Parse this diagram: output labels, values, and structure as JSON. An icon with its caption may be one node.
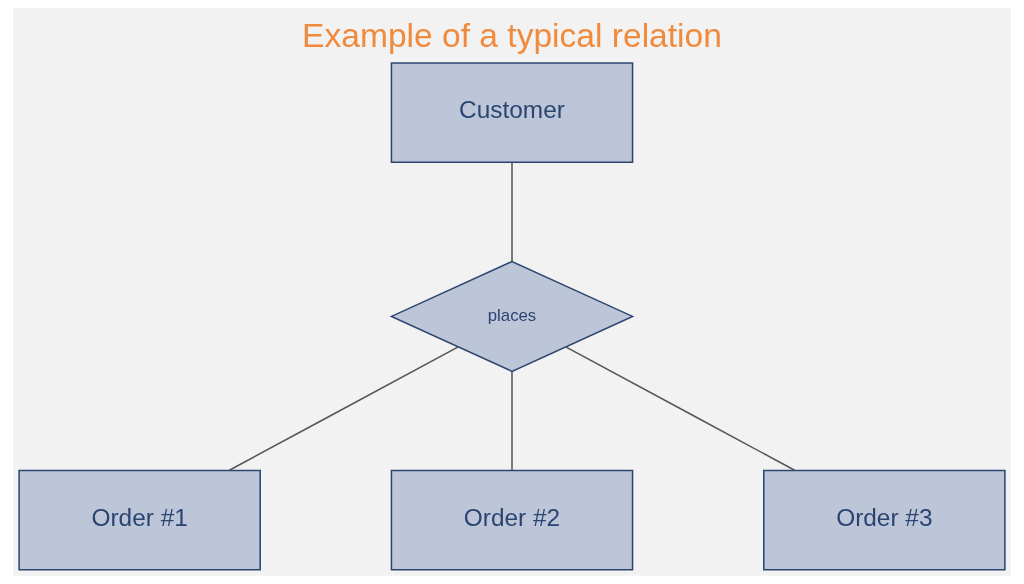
{
  "diagram": {
    "title": "Example of a typical relation",
    "nodes": [
      {
        "text": [
          "Customer"
        ]
      },
      {
        "text": [
          "places"
        ]
      },
      {
        "text": [
          "Order #1"
        ]
      },
      {
        "text": [
          "Order #2"
        ]
      },
      {
        "text": [
          "Order #3"
        ]
      }
    ],
    "edges": [
      {
        "from": 0,
        "to": 1,
        "arrow": "none"
      },
      {
        "from": 1,
        "to": 2,
        "arrow": "none"
      },
      {
        "from": 1,
        "to": 3,
        "arrow": "none"
      },
      {
        "from": 1,
        "to": 4,
        "arrow": "none"
      }
    ]
  }
}
